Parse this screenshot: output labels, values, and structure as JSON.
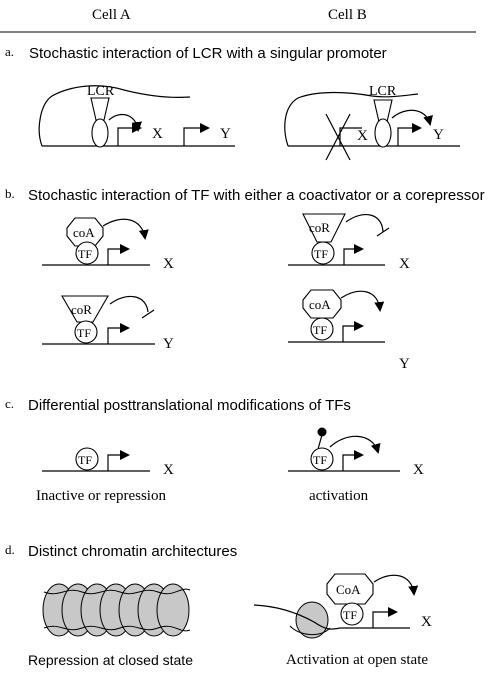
{
  "header": {
    "cell_a": "Cell A",
    "cell_b": "Cell B"
  },
  "sections": {
    "a": {
      "letter": "a.",
      "title": "Stochastic interaction of LCR with a singular promoter",
      "lcr_label": "LCR",
      "gene_x": "X",
      "gene_y": "Y"
    },
    "b": {
      "letter": "b.",
      "title": "Stochastic interaction of TF with either a coactivator or a corepressor",
      "coactivator": "coA",
      "corepressor": "coR",
      "tf": "TF",
      "gene_x": "X",
      "gene_y": "Y"
    },
    "c": {
      "letter": "c.",
      "title": "Differential posttranslational  modifications of TFs",
      "tf": "TF",
      "gene_x": "X",
      "caption_a": "Inactive or repression",
      "caption_b": "activation"
    },
    "d": {
      "letter": "d.",
      "title": "Distinct chromatin architectures",
      "coactivator": "CoA",
      "tf": "TF",
      "gene_x": "X",
      "caption_a": "Repression at closed state",
      "caption_b": "Activation at open state"
    }
  }
}
